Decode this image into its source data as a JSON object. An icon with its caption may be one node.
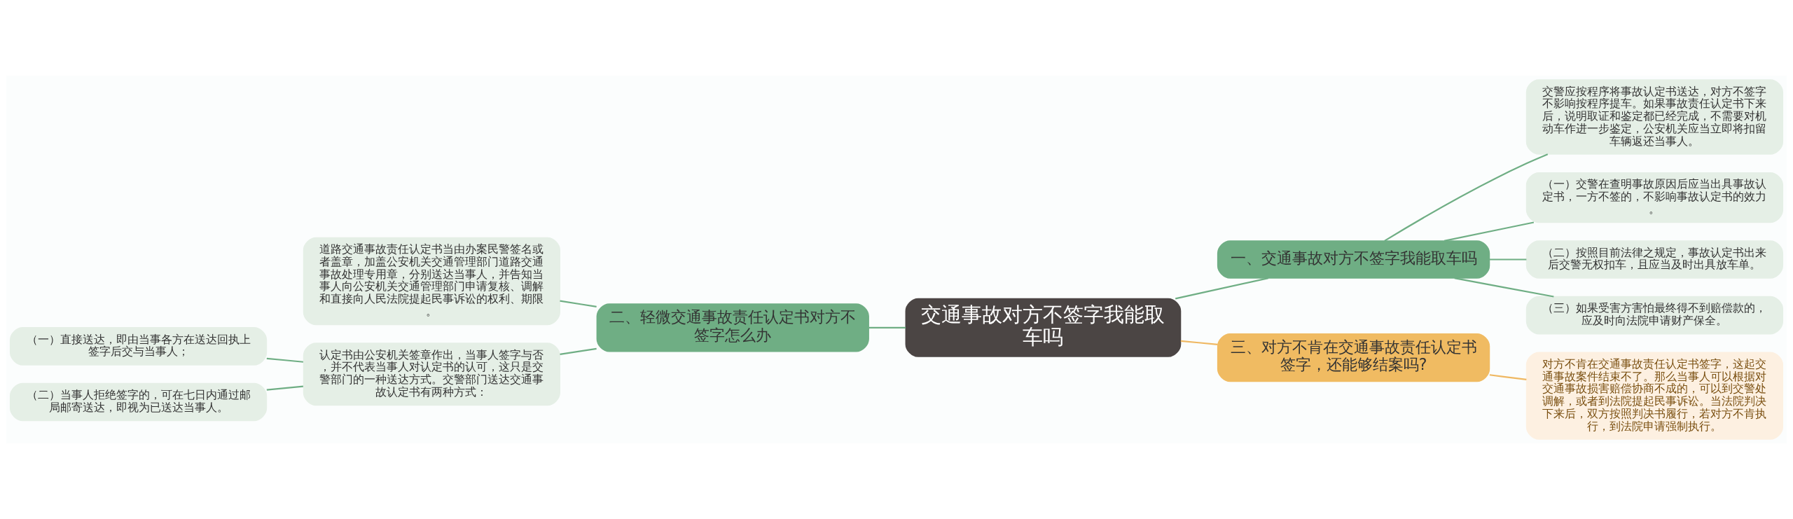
{
  "diagram": {
    "nodes": [
      {
        "text": [
          "交通事故对方不签字我能取车吗"
        ]
      },
      {
        "text": [
          "一、交通事故对方不签字我能取车吗"
        ]
      },
      {
        "text": [
          "交警应按程序将事故认定书送达，对方不签字不影响按程序提车。如果事故责任认定书下来后，说明取证和鉴定都已经完成，不需要对机动车作进一步鉴定，公安机关应当立即将扣留车辆返还当事人。"
        ]
      },
      {
        "text": [
          "（一）交警在查明事故原因后应当出具事故认定书，一方不签的，不影响事故认定书的效力。"
        ]
      },
      {
        "text": [
          "（二）按照目前法律之规定，事故认定书出来后交警无权扣车，且应当及时出具放车单。"
        ]
      },
      {
        "text": [
          "（三）如果受害方害怕最终得不到赔偿款的，应及时向法院申请财产保全。"
        ]
      },
      {
        "text": [
          "二、轻微交通事故责任认定书对方不签字怎么办"
        ]
      },
      {
        "text": [
          "道路交通事故责任认定书当由办案民警签名或者盖章，加盖公安机关交通管理部门道路交通事故处理专用章，分别送达当事人，并告知当事人向公安机关交通管理部门申请复核、调解和直接向人民法院提起民事诉讼的权利、期限。"
        ]
      },
      {
        "text": [
          "认定书由公安机关签章作出，当事人签字与否，并不代表当事人对认定书的认可，这只是交警部门的一种送达方式。交警部门送达交通事故认定书有两种方式："
        ]
      },
      {
        "text": [
          "（一）直接送达，即由当事各方在送达回执上签字后交与当事人；"
        ]
      },
      {
        "text": [
          "（二）当事人拒绝签字的，可在七日内通过邮局邮寄送达，即视为已送达当事人。"
        ]
      },
      {
        "text": [
          "三、对方不肯在交通事故责任认定书签字，还能够结案吗?"
        ]
      },
      {
        "text": [
          "对方不肯在交通事故责任认定书签字，这起交通事故案件结束不了。那么当事人可以根据对交通事故损害赔偿协商不成的，可以到交警处调解，或者到法院提起民事诉讼。当法院判决下来后，双方按照判决书履行，若对方不肯执行，到法院申请强制执行。"
        ]
      }
    ],
    "edges": [
      {
        "from": 0,
        "to": 1,
        "arrow": "none"
      },
      {
        "from": 1,
        "to": 2,
        "arrow": "none"
      },
      {
        "from": 1,
        "to": 3,
        "arrow": "none"
      },
      {
        "from": 1,
        "to": 4,
        "arrow": "none"
      },
      {
        "from": 1,
        "to": 5,
        "arrow": "none"
      },
      {
        "from": 0,
        "to": 6,
        "arrow": "none"
      },
      {
        "from": 6,
        "to": 7,
        "arrow": "none"
      },
      {
        "from": 6,
        "to": 8,
        "arrow": "none"
      },
      {
        "from": 8,
        "to": 9,
        "arrow": "none"
      },
      {
        "from": 8,
        "to": 10,
        "arrow": "none"
      },
      {
        "from": 0,
        "to": 11,
        "arrow": "none",
        "color": "#efb862"
      },
      {
        "from": 11,
        "to": 12,
        "arrow": "none",
        "color": "#efb862"
      }
    ]
  }
}
